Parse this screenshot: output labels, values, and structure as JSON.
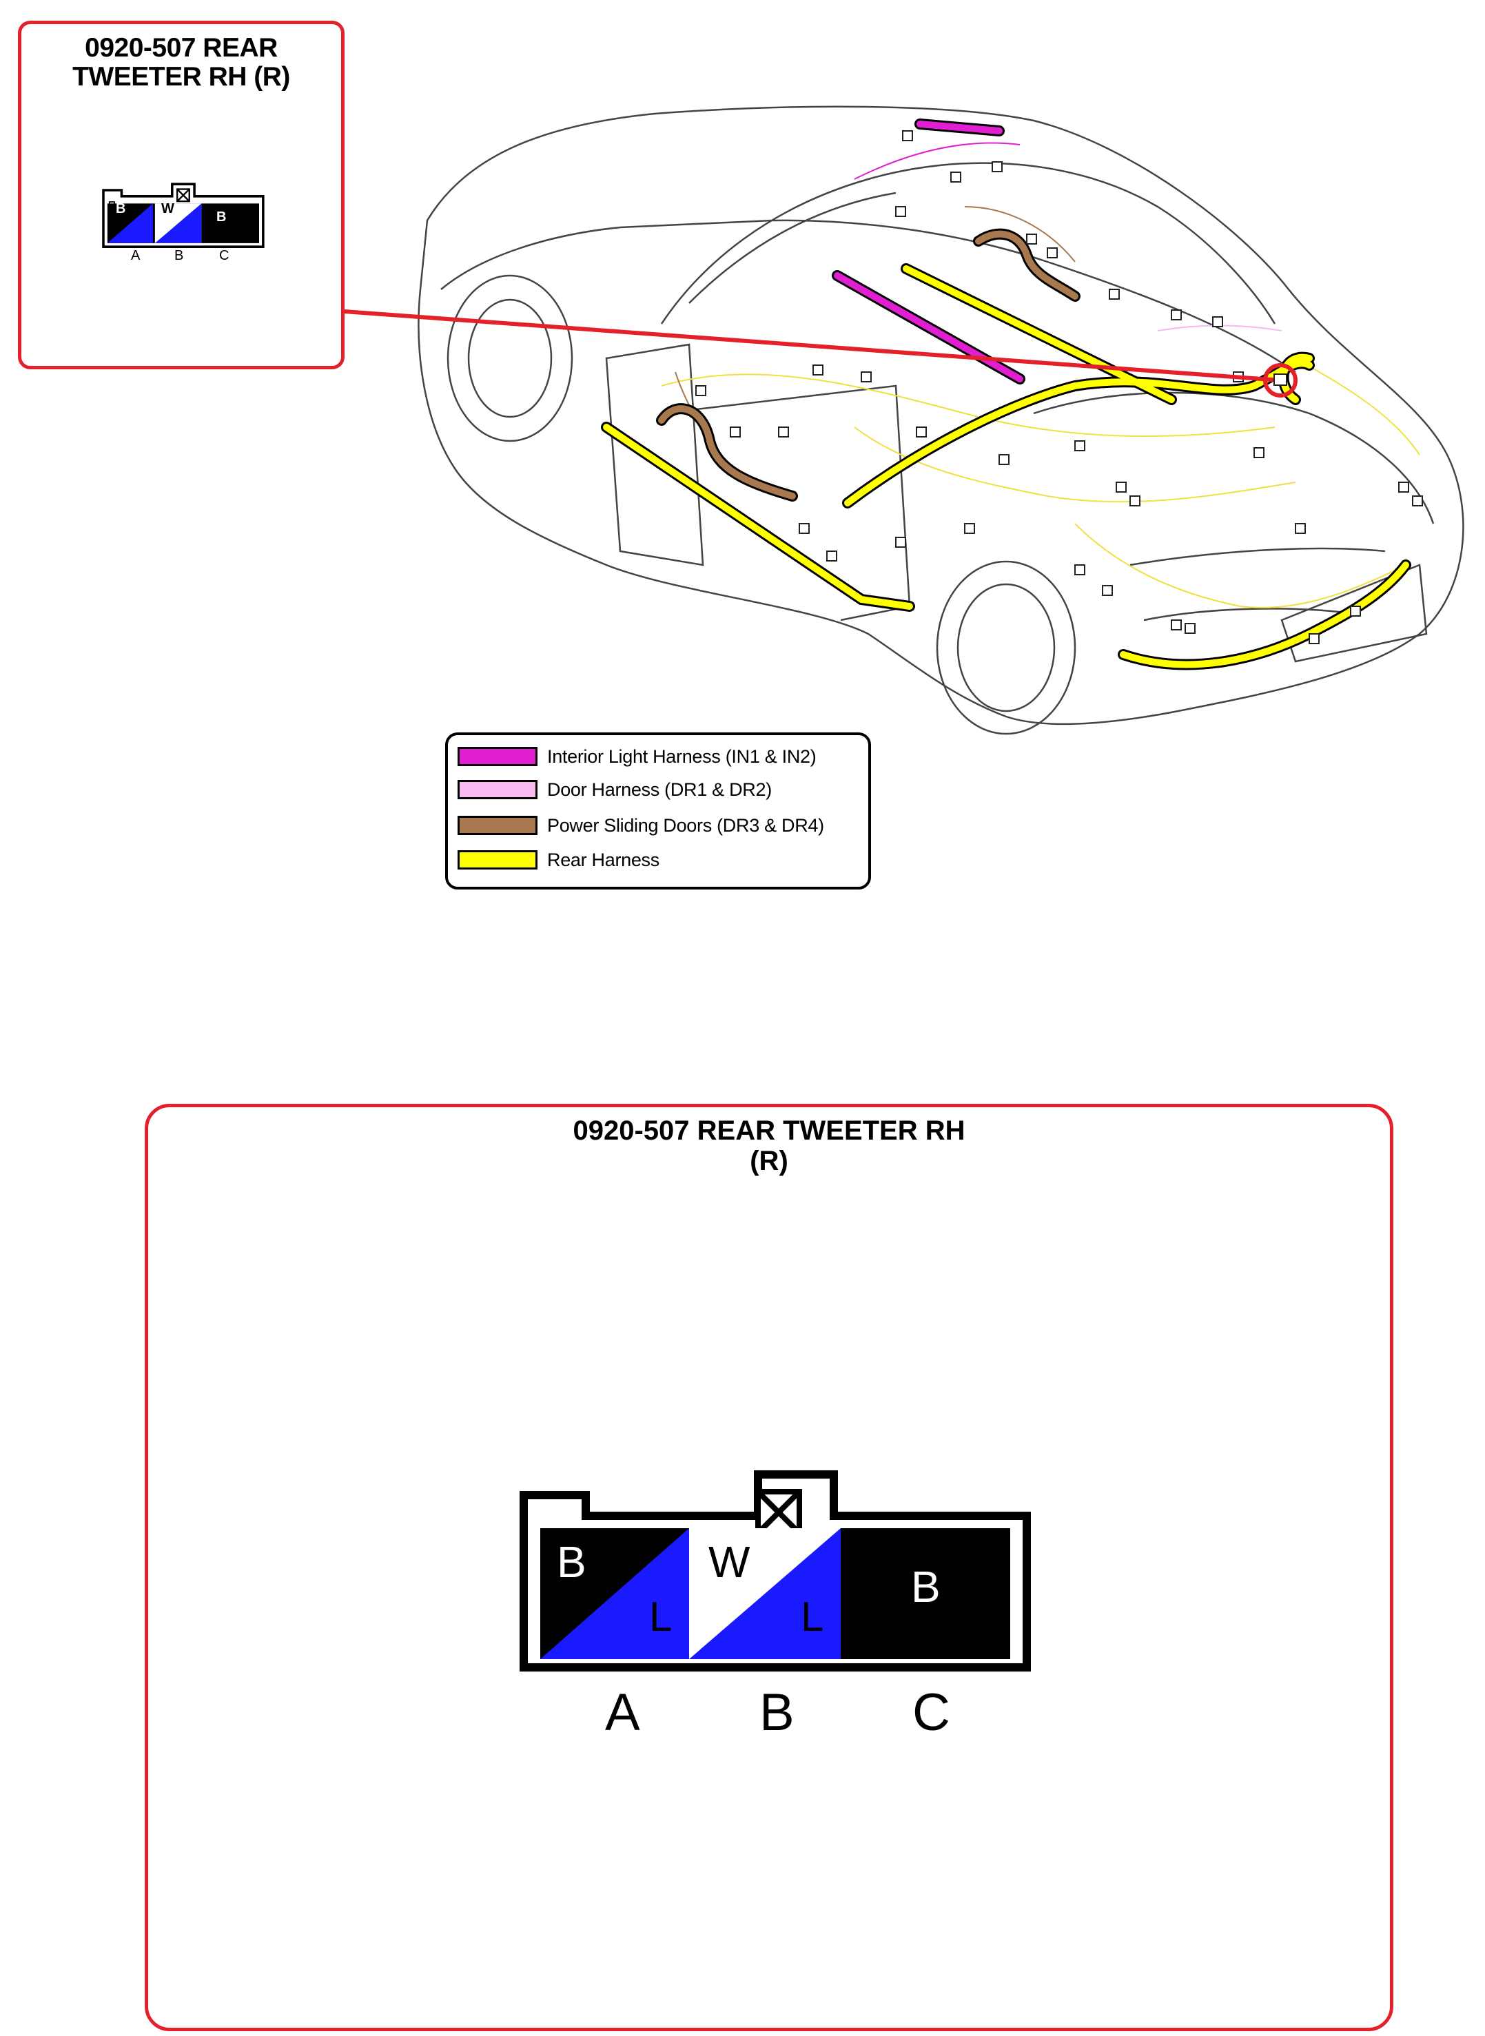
{
  "inset": {
    "title_line1": "0920-507 REAR",
    "title_line2": "TWEETER RH (R)"
  },
  "connector": {
    "pins": [
      {
        "letter": "A",
        "wire_main": "B",
        "wire_stripe": "L",
        "main_color": "#000000",
        "stripe_color": "#1a1aff"
      },
      {
        "letter": "B",
        "wire_main": "W",
        "wire_stripe": "L",
        "main_color": "#ffffff",
        "stripe_color": "#1a1aff"
      },
      {
        "letter": "C",
        "wire_main": "B",
        "wire_stripe": "",
        "main_color": "#000000",
        "stripe_color": ""
      }
    ]
  },
  "legend": {
    "items": [
      {
        "label": "Interior Light Harness (IN1 & IN2)",
        "color": "#e020d0"
      },
      {
        "label": "Door Harness (DR1 & DR2)",
        "color": "#f8b8f0"
      },
      {
        "label": "Power Sliding Doors (DR3 & DR4)",
        "color": "#a8784e"
      },
      {
        "label": "Rear Harness",
        "color": "#ffff00"
      }
    ]
  },
  "main": {
    "title_line1": "0920-507 REAR TWEETER RH",
    "title_line2": "(R)"
  },
  "colors": {
    "callout_red": "#e4202a",
    "wire_blue": "#1a1aff"
  }
}
